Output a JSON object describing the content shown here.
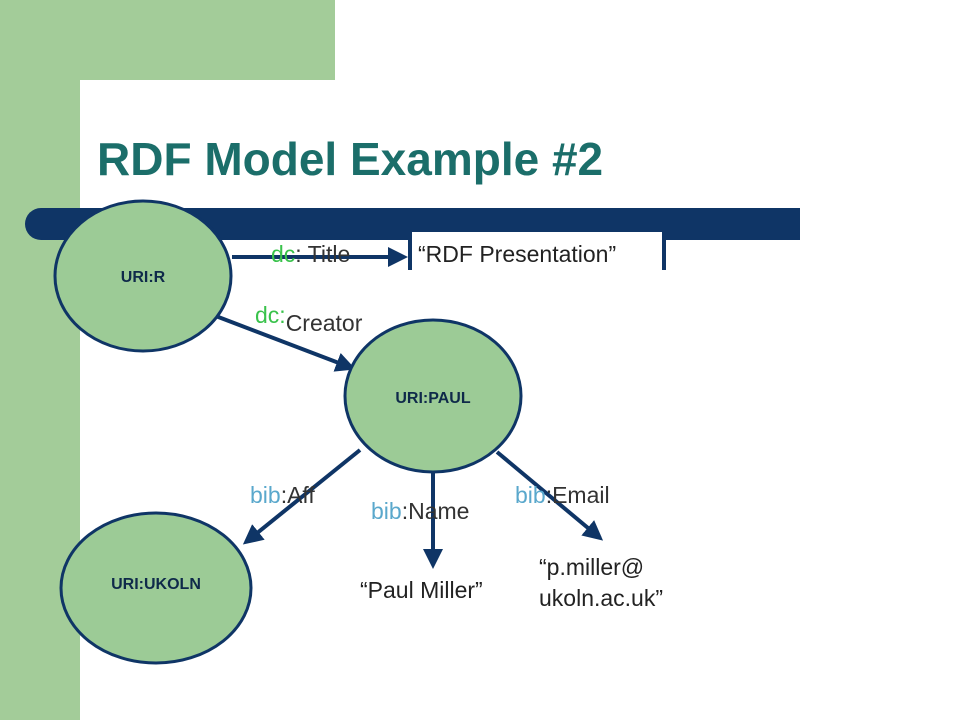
{
  "slide": {
    "title": "RDF Model Example #2"
  },
  "nodes": {
    "r": "URI:R",
    "paul": "URI:PAUL",
    "ukoln": "URI:UKOLN"
  },
  "edges": {
    "title": {
      "ns": "dc",
      "local": ": Title"
    },
    "creator": {
      "ns": "dc:",
      "local": "Creator"
    },
    "aff": {
      "ns": "bib",
      "local": ":Aff"
    },
    "name": {
      "ns": "bib",
      "local": ":Name"
    },
    "email": {
      "ns": "bib",
      "local": ":Email"
    }
  },
  "literals": {
    "title_value": "“RDF Presentation”",
    "name_value": "“Paul Miller”",
    "email_line1": "“p.miller@",
    "email_line2": "ukoln.ac.uk”"
  },
  "colors": {
    "green_band": "#a3cc99",
    "title_text": "#1b6e6a",
    "dark_navy": "#0f3566",
    "node_fill": "#9ccb96",
    "namespace_blue": "#5aa8cc",
    "namespace_green": "#39c24b"
  }
}
